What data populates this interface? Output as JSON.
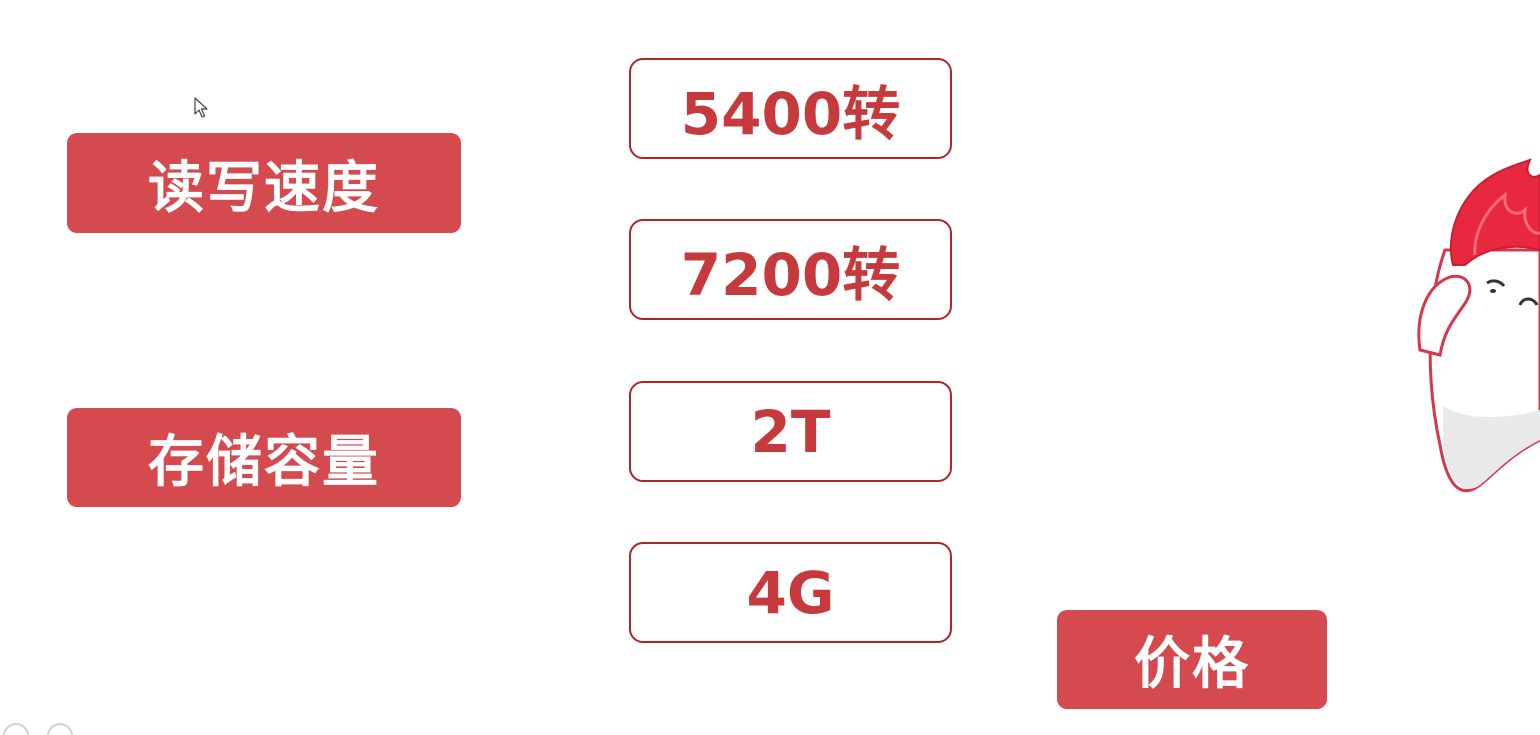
{
  "categories": {
    "speed": "读写速度",
    "capacity": "存储容量",
    "price": "价格"
  },
  "values": [
    "5400转",
    "7200转",
    "2T",
    "4G"
  ],
  "colors": {
    "category_fill": "#d44a4e",
    "value_border": "#b3242b",
    "value_text": "#c63a3e",
    "background": "#ffffff"
  },
  "icons": {
    "cursor": "mouse-pointer-icon",
    "mascot": "flame-hair-mascot-illustration"
  }
}
